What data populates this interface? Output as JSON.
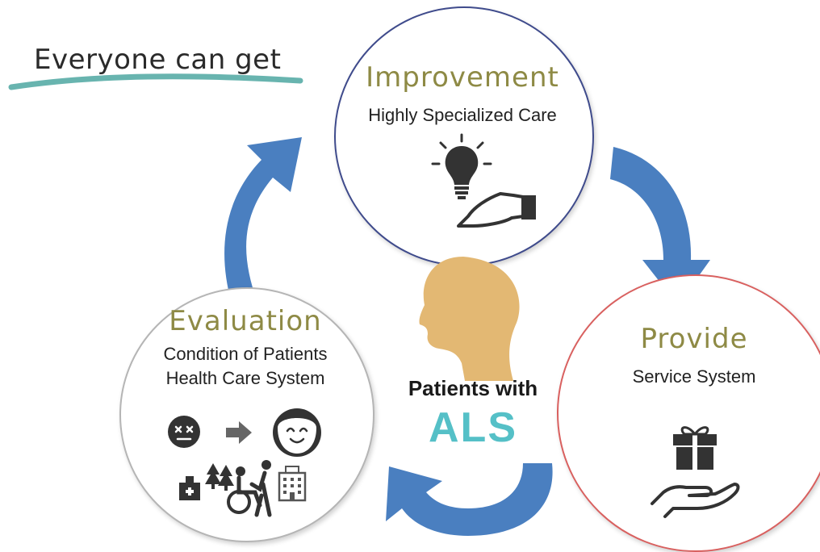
{
  "tagline": "Everyone can get",
  "improvement": {
    "title": "Improvement",
    "subtitle": "Highly Specialized Care"
  },
  "provide": {
    "title": "Provide",
    "subtitle": "Service System"
  },
  "evaluation": {
    "title": "Evaluation",
    "line1": "Condition of Patients",
    "line2": "Health Care System"
  },
  "center": {
    "prefix": "Patients with",
    "disease": "ALS"
  },
  "colors": {
    "arrow": "#4a7fc0",
    "head": "#e3b873",
    "als": "#55c0c7",
    "title": "#8e8a45",
    "improvement_border": "#3f4b8c",
    "provide_border": "#d9605f",
    "evaluation_border": "#b5b5b5"
  },
  "icons": [
    "lightbulb-icon",
    "hand-icon",
    "gift-icon",
    "open-hand-icon",
    "sick-face-icon",
    "right-arrow-icon",
    "smiling-face-icon",
    "hospital-icon",
    "trees-icon",
    "wheelchair-caregiver-icon",
    "building-icon",
    "head-silhouette-icon"
  ]
}
